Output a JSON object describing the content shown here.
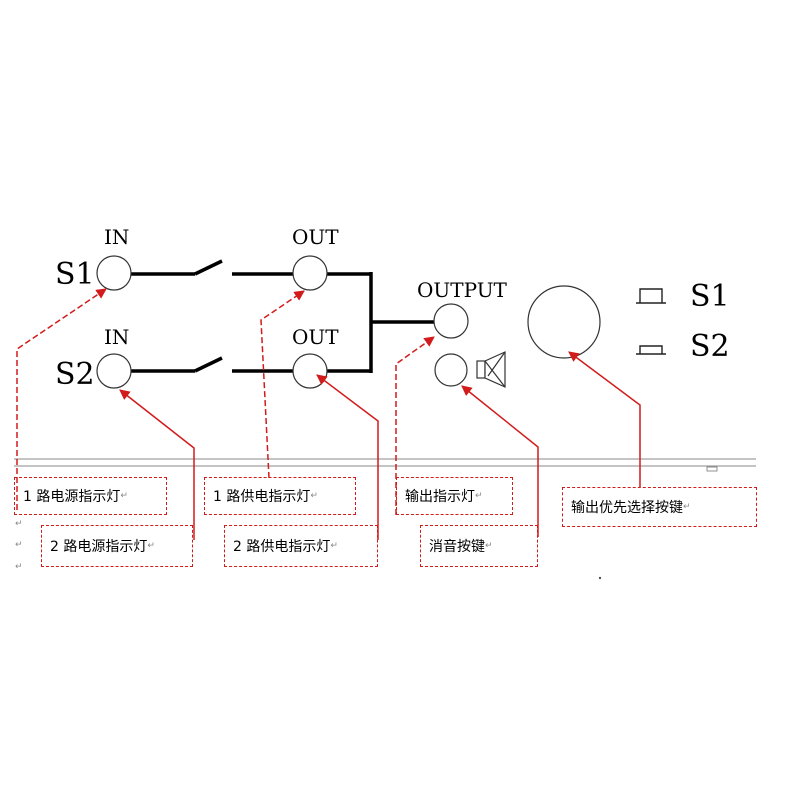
{
  "labels": {
    "s1": "S1",
    "s2": "S2",
    "in1": "IN",
    "in2": "IN",
    "out1": "OUT",
    "out2": "OUT",
    "output": "OUTPUT",
    "legend_s1": "S1",
    "legend_s2": "S2"
  },
  "callouts": {
    "road1_power": "1 路电源指示灯",
    "road2_power": "2 路电源指示灯",
    "road1_supply": "1 路供电指示灯",
    "road2_supply": "2 路供电指示灯",
    "output_indicator": "输出指示灯",
    "mute_key": "消音按键",
    "priority_key": "输出优先选择按键"
  },
  "return_mark": "↵",
  "colors": {
    "callout": "#d21b1b",
    "line": "#000000"
  },
  "icons": {
    "speaker": "speaker-mute-icon"
  }
}
